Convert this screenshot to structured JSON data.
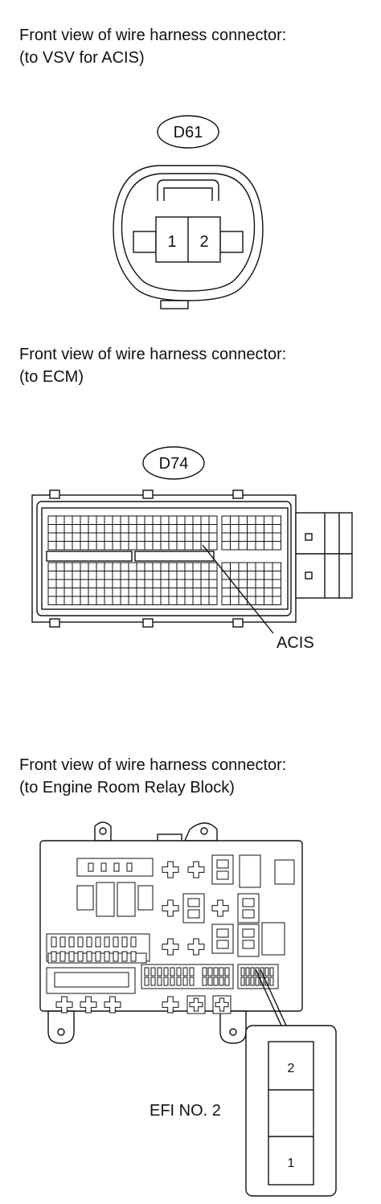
{
  "sections": [
    {
      "caption_line1": "Front view of wire harness connector:",
      "caption_line2": "(to VSV for ACIS)"
    },
    {
      "caption_line1": "Front view of wire harness connector:",
      "caption_line2": "(to ECM)"
    },
    {
      "caption_line1": "Front view of wire harness connector:",
      "caption_line2": "(to Engine Room Relay Block)"
    }
  ],
  "connector_d61": {
    "code": "D61",
    "pins": [
      "1",
      "2"
    ]
  },
  "connector_d74": {
    "code": "D74",
    "callout": "ACIS"
  },
  "relay_block": {
    "callout": "EFI NO. 2",
    "pins": [
      "2",
      "1"
    ]
  }
}
